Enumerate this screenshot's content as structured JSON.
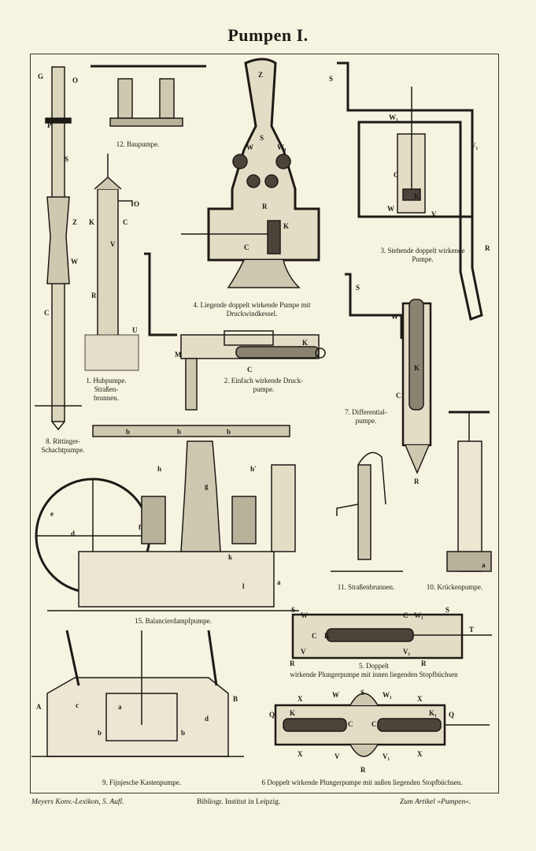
{
  "title": "Pumpen I.",
  "figures": {
    "f12": {
      "caption": "12. Baupumpe."
    },
    "f4": {
      "caption_1": "4. Liegende doppelt wirkende Pumpe mit",
      "caption_2": "Druckwindkessel.",
      "labels": [
        "Z",
        "W",
        "S",
        "W₁",
        "R",
        "K",
        "C"
      ]
    },
    "f3": {
      "caption_1": "3. Stehende doppelt wirkende",
      "caption_2": "Pumpe.",
      "labels": [
        "S",
        "W₁",
        "V₁",
        "C",
        "K",
        "W",
        "V",
        "R"
      ]
    },
    "f1": {
      "caption_1": "1. Hubpumpe.",
      "caption_2": "Straßen-",
      "caption_3": "brunnen.",
      "labels": [
        "O",
        "K",
        "C",
        "V",
        "R",
        "U"
      ]
    },
    "f2": {
      "caption_1": "2. Einfach wirkende Druck-",
      "caption_2": "pumpe.",
      "labels": [
        "M",
        "K",
        "C"
      ]
    },
    "f7": {
      "caption_1": "7. Differential-",
      "caption_2": "pumpe.",
      "labels": [
        "S",
        "W",
        "K",
        "C",
        "R"
      ]
    },
    "f8": {
      "caption_1": "8. Rittinger-",
      "caption_2": "Schachtpumpe.",
      "labels": [
        "G",
        "O",
        "P",
        "S",
        "Z",
        "W",
        "C"
      ]
    },
    "f15": {
      "caption": "15. Balancierdampfpumpe.",
      "labels": [
        "b",
        "b",
        "b",
        "h",
        "g",
        "h′",
        "e",
        "d",
        "f",
        "k",
        "l",
        "a"
      ]
    },
    "f11": {
      "caption": "11. Straßenbrunnen."
    },
    "f10": {
      "caption": "10. Krückenpumpe.",
      "labels": [
        "a"
      ]
    },
    "f5": {
      "caption_1": "5. Doppelt",
      "caption_2": "wirkende Plungerpumpe mit innen liegenden Stopfbüchsen",
      "labels": [
        "S",
        "W",
        "C",
        "W₁",
        "S",
        "T",
        "C",
        "K",
        "R",
        "V",
        "V₁",
        "R"
      ]
    },
    "f9": {
      "caption": "9. Fijnjesche Kastenpumpe.",
      "labels": [
        "A",
        "c",
        "a",
        "b",
        "b",
        "d",
        "B"
      ]
    },
    "f6": {
      "caption": "6 Doppelt wirkende Plungerpumpe mit außen liegenden Stopfbüchsen.",
      "labels": [
        "X",
        "W",
        "S",
        "W₁",
        "X",
        "Q",
        "K",
        "C",
        "C₁",
        "K₁",
        "Q",
        "X",
        "V",
        "R",
        "V₁",
        "X"
      ]
    }
  },
  "footer": {
    "left": "Meyers Konv.-Lexikon, 5. Aufl.",
    "center": "Bibliogr. Institut in Leipzig.",
    "right": "Zum Artikel »Pumpen«."
  }
}
